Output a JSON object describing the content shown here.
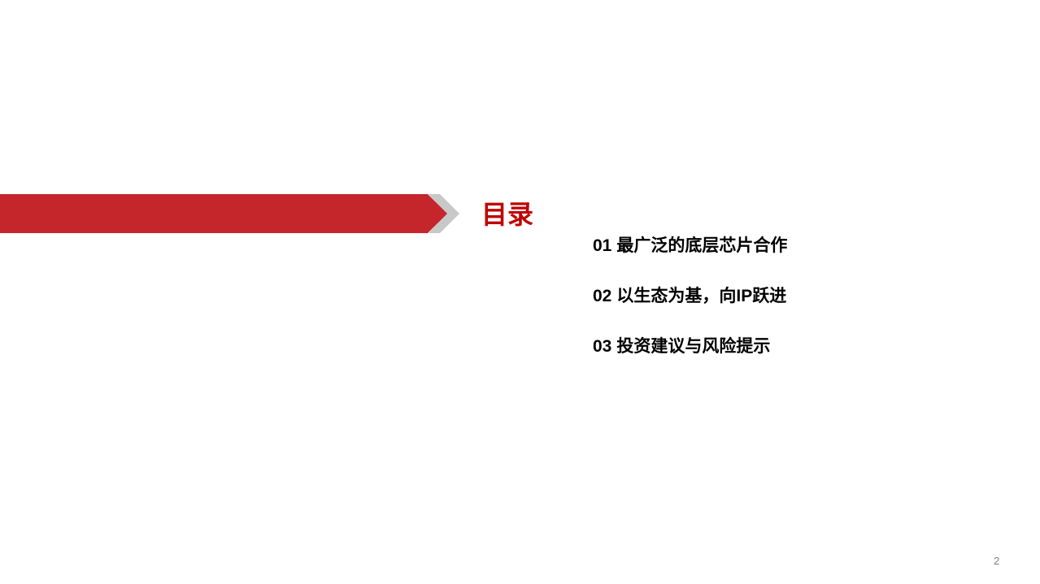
{
  "slide": {
    "title": "目录",
    "page_number": "2"
  },
  "toc": {
    "items": [
      {
        "number": "01",
        "label": "最广泛的底层芯片合作"
      },
      {
        "number": "02",
        "label": "以生态为基，向IP跃进"
      },
      {
        "number": "03",
        "label": "投资建议与风险提示"
      }
    ]
  },
  "colors": {
    "banner_red": "#C4262B",
    "chevron_gray": "#C8C8C8",
    "title_red": "#C00000",
    "text_black": "#000000",
    "page_number_gray": "#7F7F7F",
    "background": "#FFFFFF"
  }
}
